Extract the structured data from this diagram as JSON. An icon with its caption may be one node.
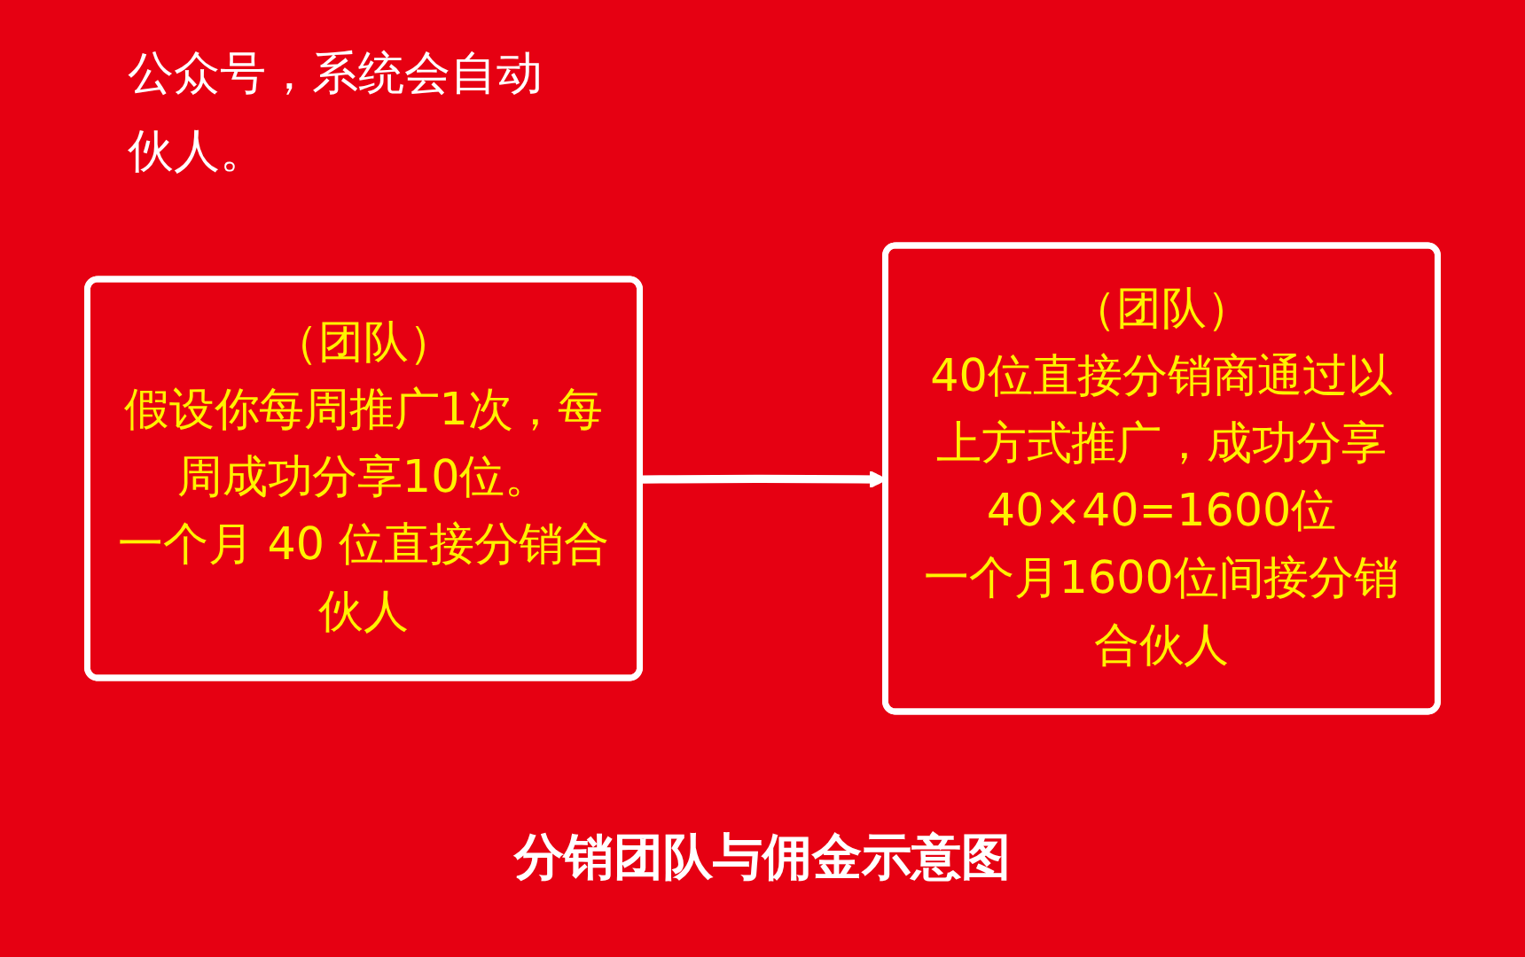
{
  "diagram": {
    "nodes": [
      {
        "text": [
          "（团队）",
          "假设你每周推广1次，每周成功分享10位。",
          "一个月 40 位直接分销合伙人"
        ]
      },
      {
        "text": [
          "（团队）",
          "40位直接分销商通过以上方式推广，成功分享40×40=1600位",
          "一个月1600位间接分销合伙人"
        ]
      }
    ],
    "edges": [
      {
        "from": 0,
        "to": 1,
        "arrow": "to"
      }
    ],
    "labels": [
      "公众号，系统会自动",
      "伙人。",
      "分销团队与佣金示意图"
    ]
  }
}
